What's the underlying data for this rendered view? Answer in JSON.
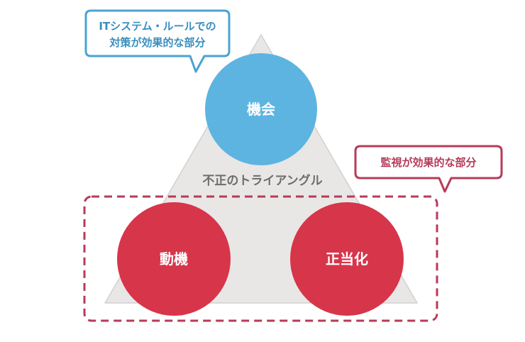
{
  "triangle": {
    "title": "不正のトライアングル"
  },
  "circles": {
    "opportunity": "機会",
    "motive": "動機",
    "rationalization": "正当化"
  },
  "callouts": {
    "it_system": {
      "line1": "ITシステム・ルールでの",
      "line2": "対策が効果的な部分"
    },
    "monitoring": {
      "text": "監視が効果的な部分"
    }
  },
  "colors": {
    "triangle_fill": "#e8e7e6",
    "triangle_stroke": "#cfcecd",
    "blue": "#5db4e0",
    "blue_stroke": "#4a9fc9",
    "red": "#d7354a",
    "red_dark": "#b73a58",
    "text_gray": "#6d6d6d",
    "text_blue": "#3a8fbf"
  }
}
